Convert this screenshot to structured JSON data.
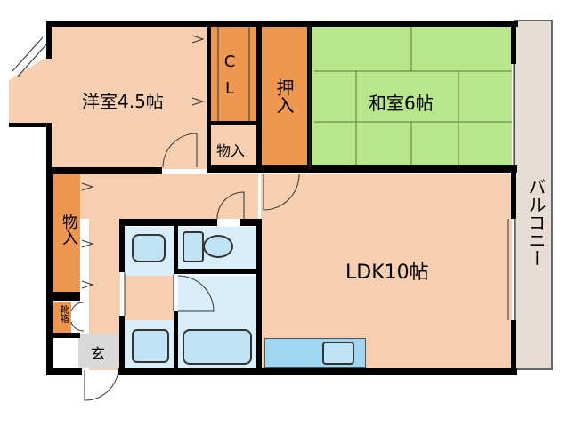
{
  "rooms": {
    "western": "洋室4.5帖",
    "japanese": "和室6帖",
    "ldk": "LDK10帖",
    "balcony": "バルコニー",
    "closet": "C L",
    "oshiire": "押入",
    "storage_small": "物入",
    "storage_hall": "物入",
    "shoe_box": "靴箱",
    "entrance": "玄"
  },
  "colors": {
    "wood_floor": "#f6cfb0",
    "tatami": "#b8e68a",
    "storage": "#ee9750",
    "wet_area": "#d8eefb",
    "balcony": "#e6ddd4",
    "entrance": "#d9d9d9",
    "counter": "#9fd7f2"
  }
}
